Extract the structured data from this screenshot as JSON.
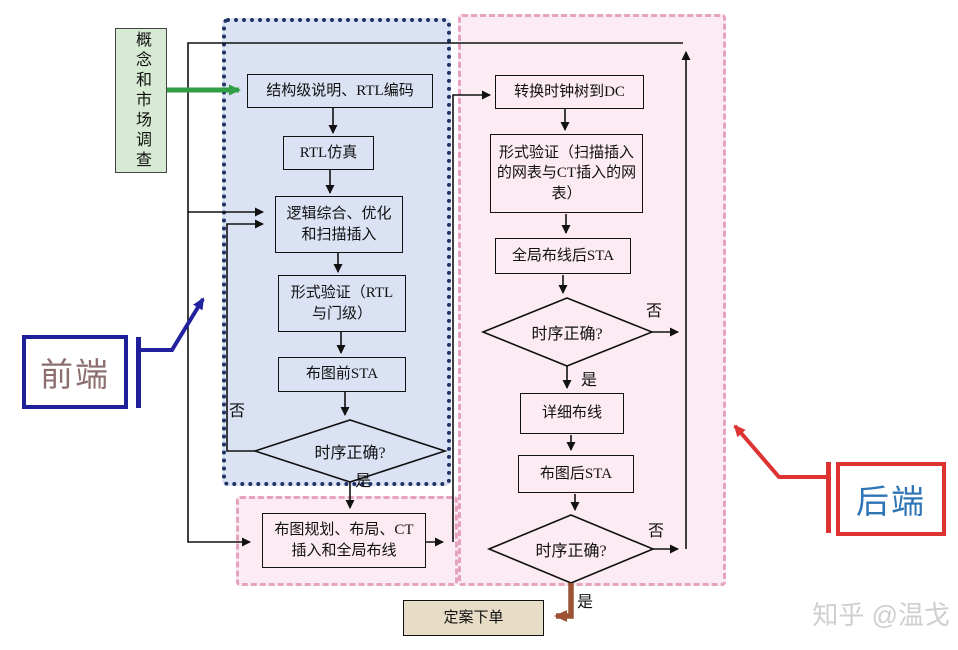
{
  "diagram": {
    "concept_box": "概念和市场调查",
    "frontend": {
      "label": "前端",
      "nodes": {
        "spec": "结构级说明、RTL编码",
        "rtl_sim": "RTL仿真",
        "synthesis": "逻辑综合、优化和扫描插入",
        "formal_verify": "形式验证（RTL与门级）",
        "pre_sta": "布图前STA",
        "timing_check": "时序正确?",
        "floorplan": "布图规划、布局、CT插入和全局布线"
      }
    },
    "backend": {
      "label": "后端",
      "nodes": {
        "ct_to_dc": "转换时钟树到DC",
        "formal_verify_scan": "形式验证（扫描插入的网表与CT插入的网表）",
        "global_route_sta": "全局布线后STA",
        "timing_check2": "时序正确?",
        "detail_route": "详细布线",
        "post_sta": "布图后STA",
        "timing_check3": "时序正确?"
      }
    },
    "final_box": "定案下单",
    "branch_labels": {
      "yes": "是",
      "no": "否"
    },
    "watermark": "知乎 @温戈",
    "colors": {
      "frontend_fill": "#dbe2f4",
      "frontend_border": "#1f3366",
      "backend_fill": "#fcebf2",
      "backend_border": "#e6a3c0",
      "concept_fill": "#d7ead3",
      "final_fill": "#e7ddc7",
      "green_arrow": "#2f9e44",
      "frontend_callout": "#1f1f99",
      "backend_callout": "#dd3333",
      "brown_arrow": "#9c5335",
      "frontend_text": "#8d6f6f",
      "backend_text": "#2e75b6"
    }
  }
}
